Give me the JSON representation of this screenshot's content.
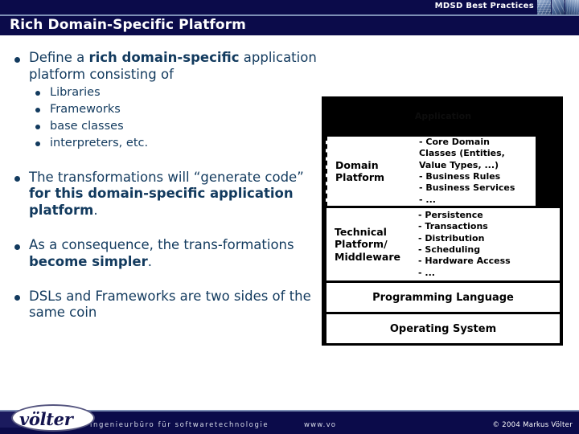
{
  "header": {
    "title": "MDSD Best Practices",
    "thumbnails": [
      "building-thumb-1",
      "building-thumb-2",
      "building-thumb-3"
    ]
  },
  "slide": {
    "title": "Rich Domain-Specific Platform"
  },
  "bullets": [
    {
      "text_parts": [
        {
          "t": "Define a ",
          "bold": false
        },
        {
          "t": "rich domain-specific",
          "bold": true
        },
        {
          "t": " application platform consisting of",
          "bold": false
        }
      ],
      "sub": [
        "Libraries",
        "Frameworks",
        "base classes",
        "interpreters, etc."
      ]
    },
    {
      "text_parts": [
        {
          "t": "The transformations will “generate code” ",
          "bold": false
        },
        {
          "t": "for this domain-specific application platform",
          "bold": true
        },
        {
          "t": ".",
          "bold": false
        }
      ],
      "sub": []
    },
    {
      "text_parts": [
        {
          "t": "As a consequence, the trans-formations ",
          "bold": false
        },
        {
          "t": "become simpler",
          "bold": true
        },
        {
          "t": ".",
          "bold": false
        }
      ],
      "sub": []
    },
    {
      "text_parts": [
        {
          "t": "DSLs and Frameworks are two sides of the same coin",
          "bold": false
        }
      ],
      "sub": []
    }
  ],
  "diagram": {
    "ghost_label": "Application",
    "layers": [
      {
        "id": "domain-platform",
        "label": "Domain\nPlatform",
        "items": [
          "- Core Domain",
          "  Classes (Entities,",
          "  Value Types, ...)",
          "- Business Rules",
          "- Business Services",
          "- ..."
        ]
      },
      {
        "id": "technical-platform",
        "label": "Technical\nPlatform/\nMiddleware",
        "items": [
          "- Persistence",
          "- Transactions",
          "- Distribution",
          "- Scheduling",
          "- Hardware Access",
          "- ..."
        ]
      },
      {
        "id": "programming-language",
        "label": "Programming Language",
        "items": []
      },
      {
        "id": "operating-system",
        "label": "Operating System",
        "items": []
      }
    ]
  },
  "footer": {
    "logo_text": "völter",
    "tagline": "ingenieurbüro für softwaretechnologie",
    "url": "www.vo",
    "copyright": "© 2004  Markus Völter"
  },
  "colors": {
    "navy_band": "#0b0b4a",
    "rule": "#7d8fb5",
    "body_text": "#123a5e",
    "diagram_bg": "#000000"
  }
}
